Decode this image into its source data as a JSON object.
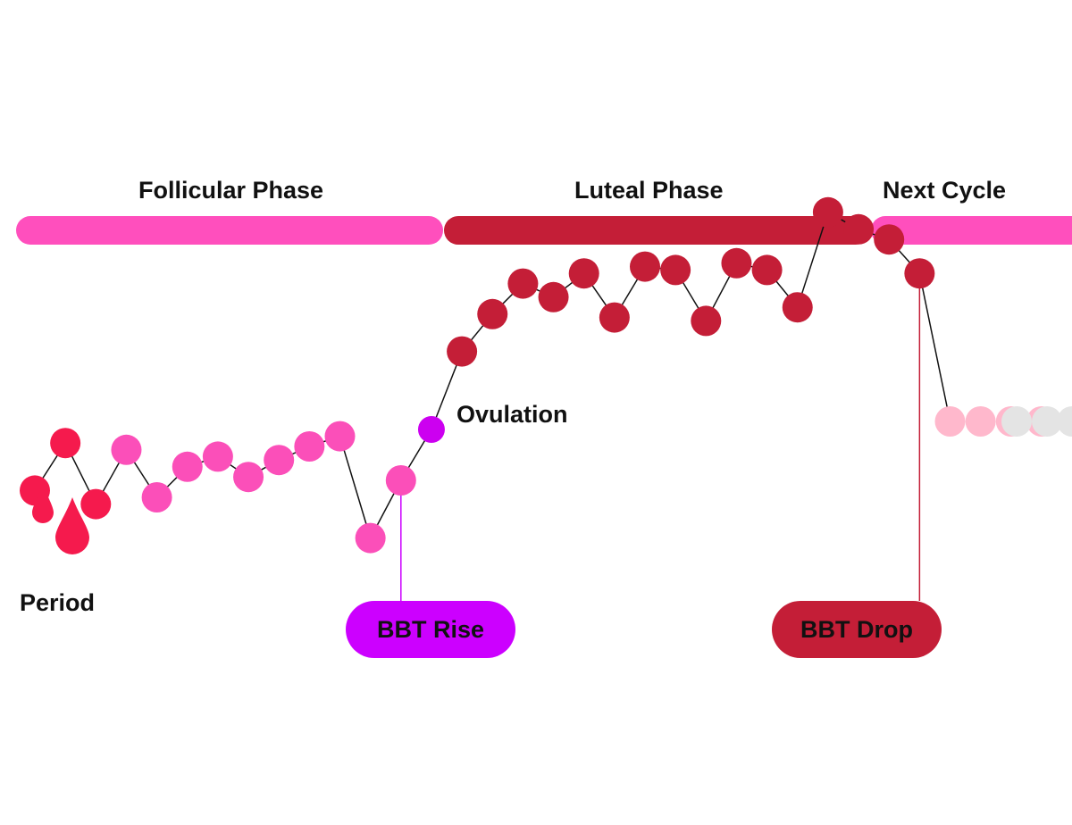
{
  "phases": {
    "follicular": {
      "label": "Follicular Phase",
      "color": "#ff4fbd"
    },
    "luteal": {
      "label": "Luteal Phase",
      "color": "#c41e37"
    },
    "next": {
      "label": "Next Cycle",
      "color": "#ff4fbd"
    }
  },
  "annotations": {
    "period_label": "Period",
    "ovulation_label": "Ovulation",
    "bbt_rise_label": "BBT Rise",
    "bbt_drop_label": "BBT Drop"
  },
  "colors": {
    "period_dot": "#f51a4d",
    "follicular_dot": "#fb4fb9",
    "ovulation_dot": "#cc00f0",
    "luteal_dot": "#c41e37",
    "next_cycle_dot": "#ffb8cc",
    "future_dot": "#e4e4e4",
    "drop_color": "#f51a4d",
    "bbt_rise_pill": "#cc00ff",
    "bbt_drop_pill": "#c41e37",
    "connector": "#111111"
  },
  "chart_data": {
    "type": "line",
    "x": [
      1,
      2,
      3,
      4,
      5,
      6,
      7,
      8,
      9,
      10,
      11,
      12,
      13,
      14,
      15,
      16,
      17,
      18,
      19,
      20,
      21,
      22,
      23,
      24,
      25,
      26,
      27,
      28,
      29,
      30,
      31,
      32,
      33,
      34,
      35
    ],
    "values": [
      0.62,
      0.76,
      0.58,
      0.74,
      0.6,
      0.69,
      0.72,
      0.66,
      0.71,
      0.75,
      0.78,
      0.48,
      0.65,
      0.8,
      1.03,
      1.14,
      1.23,
      1.19,
      1.26,
      1.13,
      1.28,
      1.27,
      1.12,
      1.29,
      1.27,
      1.16,
      1.44,
      1.39,
      1.36,
      1.26,
      null,
      null,
      null,
      null,
      null
    ],
    "point_phase": [
      "period",
      "period",
      "period",
      "follicular",
      "follicular",
      "follicular",
      "follicular",
      "follicular",
      "follicular",
      "follicular",
      "follicular",
      "follicular",
      "follicular",
      "ovulation",
      "luteal",
      "luteal",
      "luteal",
      "luteal",
      "luteal",
      "luteal",
      "luteal",
      "luteal",
      "luteal",
      "luteal",
      "luteal",
      "luteal",
      "luteal",
      "luteal",
      "luteal",
      "luteal",
      "next",
      "next",
      "next",
      "next",
      "next"
    ],
    "ovulation_index": 13,
    "drop_index": 29
  }
}
